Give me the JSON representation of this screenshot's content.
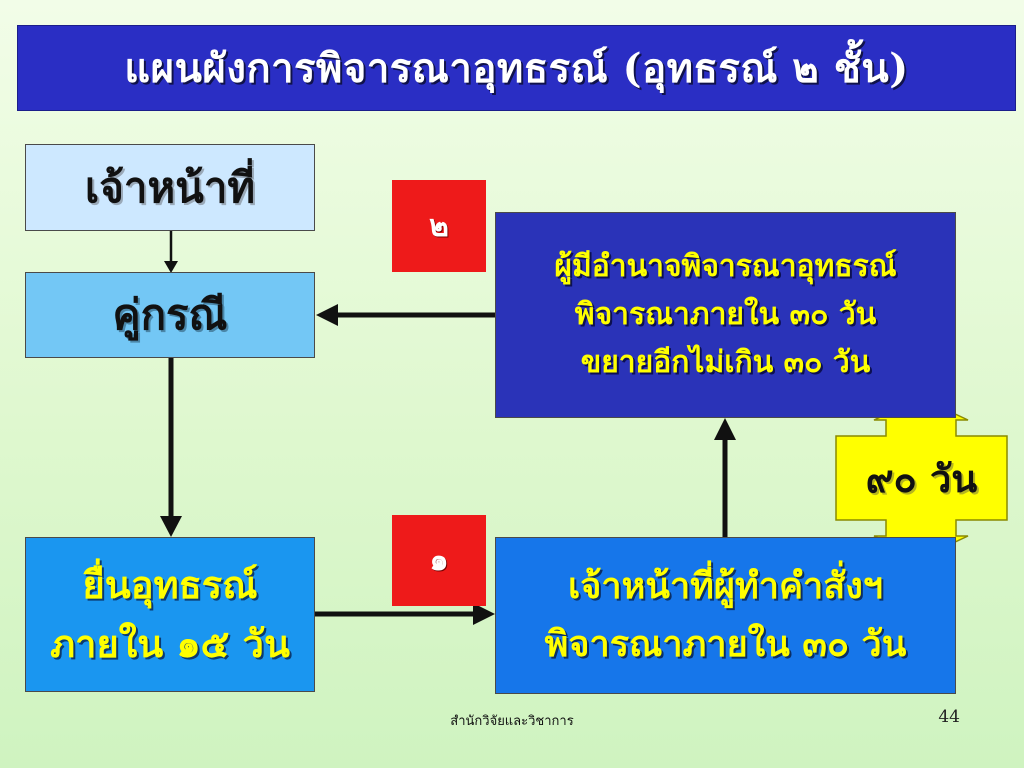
{
  "title": "แผนผังการพิจารณาอุทธรณ์ (อุทธรณ์ ๒ ชั้น)",
  "boxes": {
    "officer": "เจ้าหน้าที่",
    "party": "คู่กรณี",
    "file_line1": "ยื่นอุทธรณ์",
    "file_line2": "ภายใน ๑๕ วัน",
    "authority_line1": "ผู้มีอำนาจพิจารณาอุทธรณ์",
    "authority_line2": "พิจารณาภายใน ๓๐ วัน",
    "authority_line3": "ขยายอีกไม่เกิน ๓๐ วัน",
    "executor_line1": "เจ้าหน้าที่ผู้ทำคำสั่งฯ",
    "executor_line2": "พิจารณาภายใน ๓๐ วัน"
  },
  "badges": {
    "step1": "๑",
    "step2": "๒"
  },
  "days_total": "๙๐ วัน",
  "footer": "สำนักวิจัยและวิชาการ",
  "page_number": "44",
  "colors": {
    "title_bg": "#2a2ec4",
    "badge_red": "#ee1a1a",
    "days_yellow": "#ffff00",
    "text_yellow": "#ffff00"
  }
}
